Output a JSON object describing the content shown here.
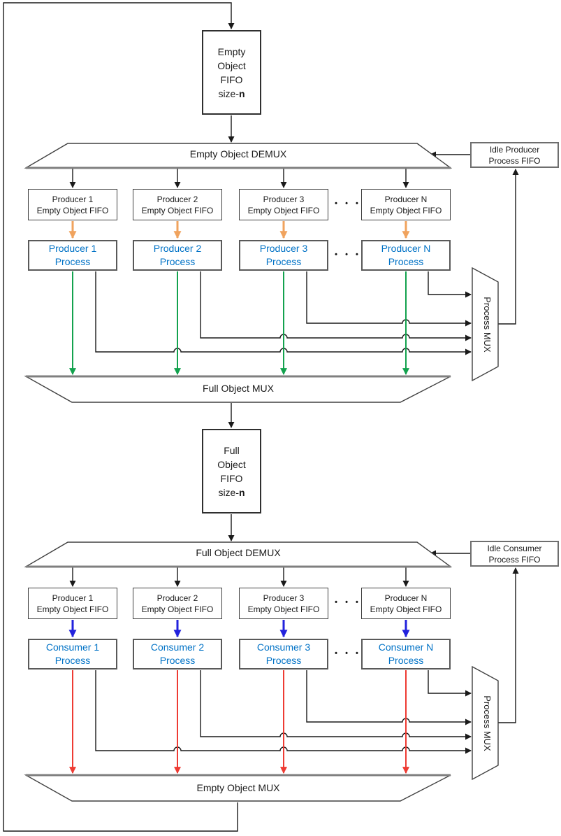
{
  "colors": {
    "orange_arrow": "#F0A35E",
    "green_arrow": "#13A24E",
    "blue_arrow": "#2222DD",
    "red_arrow": "#EE3B33",
    "process_text_blue": "#0072C6",
    "wire_black": "#1a1a1a",
    "trapezoid_gray_edge": "#7f7f7f"
  },
  "empty_object_fifo": {
    "line1": "Empty",
    "line2": "Object",
    "line3": "FIFO",
    "size_prefix": "size-",
    "size_var": "n"
  },
  "full_object_fifo": {
    "line1": "Full",
    "line2": "Object",
    "line3": "FIFO",
    "size_prefix": "size-",
    "size_var": "n"
  },
  "empty_object_demux": "Empty Object DEMUX",
  "full_object_mux": "Full Object MUX",
  "full_object_demux": "Full Object DEMUX",
  "empty_object_mux": "Empty Object MUX",
  "process_mux_top": "Process MUX",
  "process_mux_bottom": "Process MUX",
  "idle_producer": {
    "line1": "Idle Producer",
    "line2": "Process FIFO"
  },
  "idle_consumer": {
    "line1": "Idle Consumer",
    "line2": "Process FIFO"
  },
  "ellipsis": "• • •",
  "producer_fifos": [
    {
      "line1": "Producer 1",
      "line2": "Empty Object FIFO"
    },
    {
      "line1": "Producer 2",
      "line2": "Empty Object FIFO"
    },
    {
      "line1": "Producer 3",
      "line2": "Empty Object FIFO"
    },
    {
      "line1": "Producer N",
      "line2": "Empty Object FIFO"
    }
  ],
  "producer_processes": [
    {
      "line1": "Producer 1",
      "line2": "Process"
    },
    {
      "line1": "Producer 2",
      "line2": "Process"
    },
    {
      "line1": "Producer 3",
      "line2": "Process"
    },
    {
      "line1": "Producer N",
      "line2": "Process"
    }
  ],
  "consumer_fifos": [
    {
      "line1": "Producer 1",
      "line2": "Empty Object FIFO"
    },
    {
      "line1": "Producer 2",
      "line2": "Empty Object FIFO"
    },
    {
      "line1": "Producer 3",
      "line2": "Empty Object FIFO"
    },
    {
      "line1": "Producer N",
      "line2": "Empty Object FIFO"
    }
  ],
  "consumer_processes": [
    {
      "line1": "Consumer 1",
      "line2": "Process"
    },
    {
      "line1": "Consumer 2",
      "line2": "Process"
    },
    {
      "line1": "Consumer 3",
      "line2": "Process"
    },
    {
      "line1": "Consumer N",
      "line2": "Process"
    }
  ]
}
